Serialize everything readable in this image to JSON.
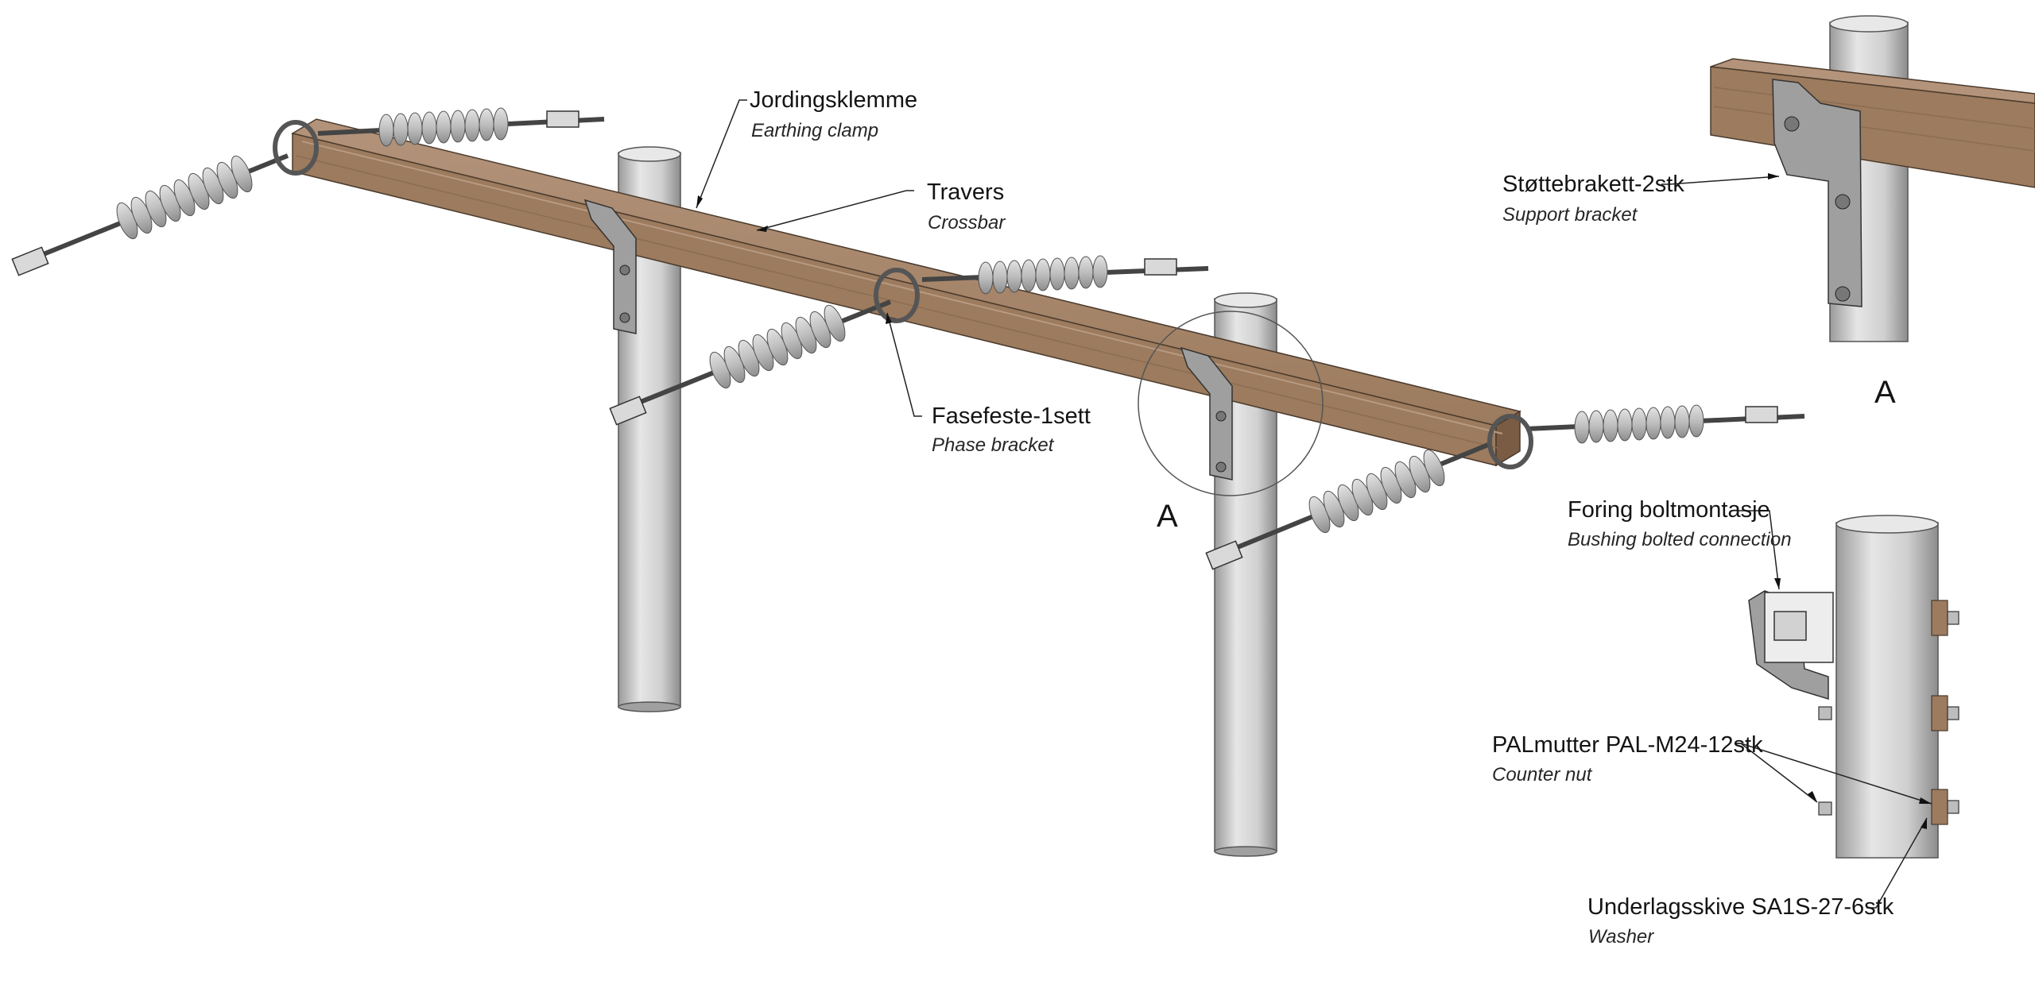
{
  "labels": {
    "earthing_clamp": {
      "no": "Jordingsklemme",
      "en": "Earthing clamp"
    },
    "crossbar": {
      "no": "Travers",
      "en": "Crossbar"
    },
    "phase_bracket": {
      "no": "Fasefeste-1sett",
      "en": "Phase bracket"
    },
    "support_bracket": {
      "no": "Støttebrakett-2stk",
      "en": "Support bracket"
    },
    "bushing": {
      "no": "Foring boltmontasje",
      "en": "Bushing bolted connection"
    },
    "counter_nut": {
      "no": "PALmutter PAL-M24-12stk",
      "en": "Counter nut"
    },
    "washer": {
      "no": "Underlagsskive SA1S-27-6stk",
      "en": "Washer"
    }
  },
  "views": {
    "detail_marker": "A",
    "detail_title": "A"
  },
  "colors": {
    "wood": "#9c7b5e",
    "wood_dark": "#7a5c44",
    "metal": "#c9c9c9",
    "metal_dark": "#8e8e8e",
    "line": "#1a1a1a"
  }
}
